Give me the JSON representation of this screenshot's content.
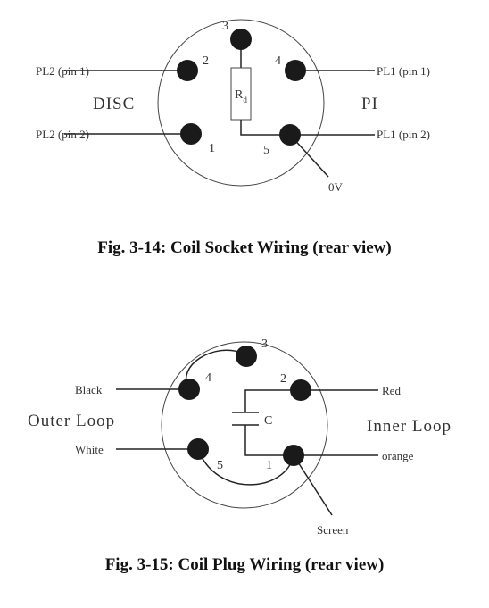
{
  "fig1": {
    "caption": "Fig. 3-14: Coil Socket Wiring (rear view)",
    "pin_numbers": [
      "3",
      "2",
      "4",
      "1",
      "5"
    ],
    "side_left": "DISC",
    "side_right": "PI",
    "wires": {
      "pl2_pin1": "PL2 (pin 1)",
      "pl2_pin2": "PL2 (pin 2)",
      "pl1_pin1": "PL1 (pin 1)",
      "pl1_pin2": "PL1 (pin 2)",
      "zero_volt": "0V"
    },
    "resistor_label": "R",
    "resistor_sub": "d"
  },
  "fig2": {
    "caption": "Fig. 3-15: Coil Plug Wiring (rear view)",
    "pin_numbers": [
      "3",
      "4",
      "2",
      "5",
      "1"
    ],
    "side_left": "Outer Loop",
    "side_right": "Inner Loop",
    "wires": {
      "black": "Black",
      "white": "White",
      "red": "Red",
      "orange": "orange",
      "screen": "Screen"
    },
    "capacitor_label": "C"
  }
}
